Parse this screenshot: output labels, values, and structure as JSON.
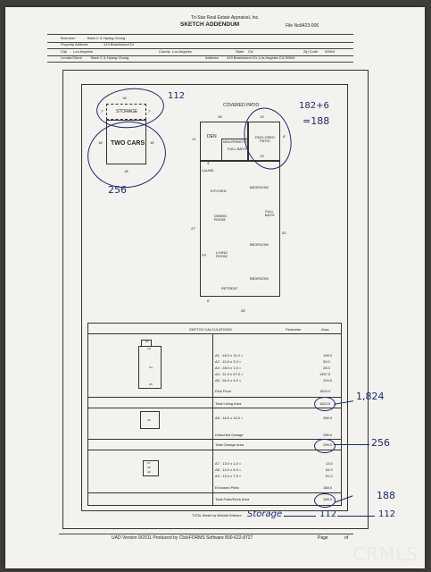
{
  "header": {
    "company": "Tri-Star Real Estate Appraisal, Inc.",
    "title": "SKETCH ADDENDUM",
    "file_no_label": "File No.",
    "file_no": "8423-006",
    "borrower_label": "Borrower",
    "borrower": "Back C & Hyang Chung",
    "property_label": "Property Address",
    "property": "419 Beachwood Dr",
    "city_label": "City",
    "city": "Los Angeles",
    "county_label": "County",
    "county": "Los Angeles",
    "state_label": "State",
    "state": "CA",
    "zip_label": "Zip Code",
    "zip": "90004",
    "lender_label": "Lender/Client",
    "lender": "Back C & Hyang Chung",
    "address_label": "Address",
    "address": "419 Beachwood Dr, Los Angeles CA 90004"
  },
  "sketch": {
    "garage_top": "16'",
    "storage": "STORAGE",
    "storage_left": "7'",
    "storage_right": "7'",
    "two_cars": "TWO CARS",
    "garage_left": "16'",
    "garage_right": "16'",
    "garage_bottom": "18'",
    "covered_patio": "COVERED PATIO",
    "den_top": "18'",
    "den": "DEN",
    "den_left": "11'",
    "non_permitted": "NON-PERMITTED",
    "full_bath_1": "FULL BATH",
    "enclosed_patio": "ENCLOSED PATIO",
    "ep_top": "13'",
    "ep_right": "6'",
    "ep_bottom": "13'",
    "laund_dim": "4'",
    "laund": "LAUND",
    "kitchen": "KITCHEN",
    "bedroom_1": "BEDROOM",
    "full_bath_2": "FULL BATH",
    "dining": "DINING ROOM",
    "left_dim": "47'",
    "right_dim": "52'",
    "bedroom_2": "BEDROOM",
    "fp": "FP",
    "living": "LIVING ROOM",
    "bedroom_3": "BEDROOM",
    "retreat": "RETREAT",
    "bottom_small": "6'",
    "bottom_dim": "26'"
  },
  "calc": {
    "title": "SKETCH CALCULATIONS",
    "perimeter_label": "Perimeter",
    "area_label": "Area",
    "first_rows": [
      {
        "label": "A1 : 18.0 x 11.0 =",
        "value": "198.0"
      },
      {
        "label": "A2 : 10.0 x 3.0 =",
        "value": "30.0"
      },
      {
        "label": "A3 : 28.0 x 1.0 =",
        "value": "28.0"
      },
      {
        "label": "A4 : 31.0 x 47.0 =",
        "value": "1457.0"
      },
      {
        "label": "A5 : 26.0 x 4.0 =",
        "value": "104.0"
      }
    ],
    "first_floor_label": "First Floor",
    "first_floor_value": "1824.0",
    "total_living_label": "Total Living Area",
    "total_living_value": "1824.0",
    "garage_rows": [
      {
        "label": "A6 : 16.0 x 16.0 =",
        "value": "256.0"
      }
    ],
    "detached_label": "Detached Garage",
    "detached_value": "256.0",
    "total_garage_label": "Total Garage Area",
    "total_garage_value": "256.0",
    "patio_rows": [
      {
        "label": "A7 : 13.0 x 1.0 =",
        "value": "13.0"
      },
      {
        "label": "A8 : 14.0 x 6.0 =",
        "value": "84.0"
      },
      {
        "label": "A9 : 13.0 x 7.0 =",
        "value": "91.0"
      }
    ],
    "enclosed_label": "Enclosed Patio",
    "enclosed_value": "188.0",
    "total_patio_label": "Total Patio/Deck Area",
    "total_patio_value": "188.0",
    "mini_labels": [
      "A1",
      "A2",
      "A3",
      "A4",
      "A5",
      "A6",
      "A7",
      "A8",
      "A9"
    ]
  },
  "sketch_credit": "TOTAL Sketch by Wintotal Software",
  "footer": {
    "left": "UAD Version 9/2011 Produced by ClickFORMS Software 800-622-8727",
    "page": "Page",
    "of": "of"
  },
  "handwriting": {
    "n112_top": "112",
    "n256": "256",
    "n182": "182+6",
    "n188_top": "=188",
    "n1824": "1,824",
    "n256_right": "256",
    "n188": "188",
    "storage": "Storage",
    "storage_112": "112",
    "right_112": "112"
  },
  "watermark": "CRMLS"
}
